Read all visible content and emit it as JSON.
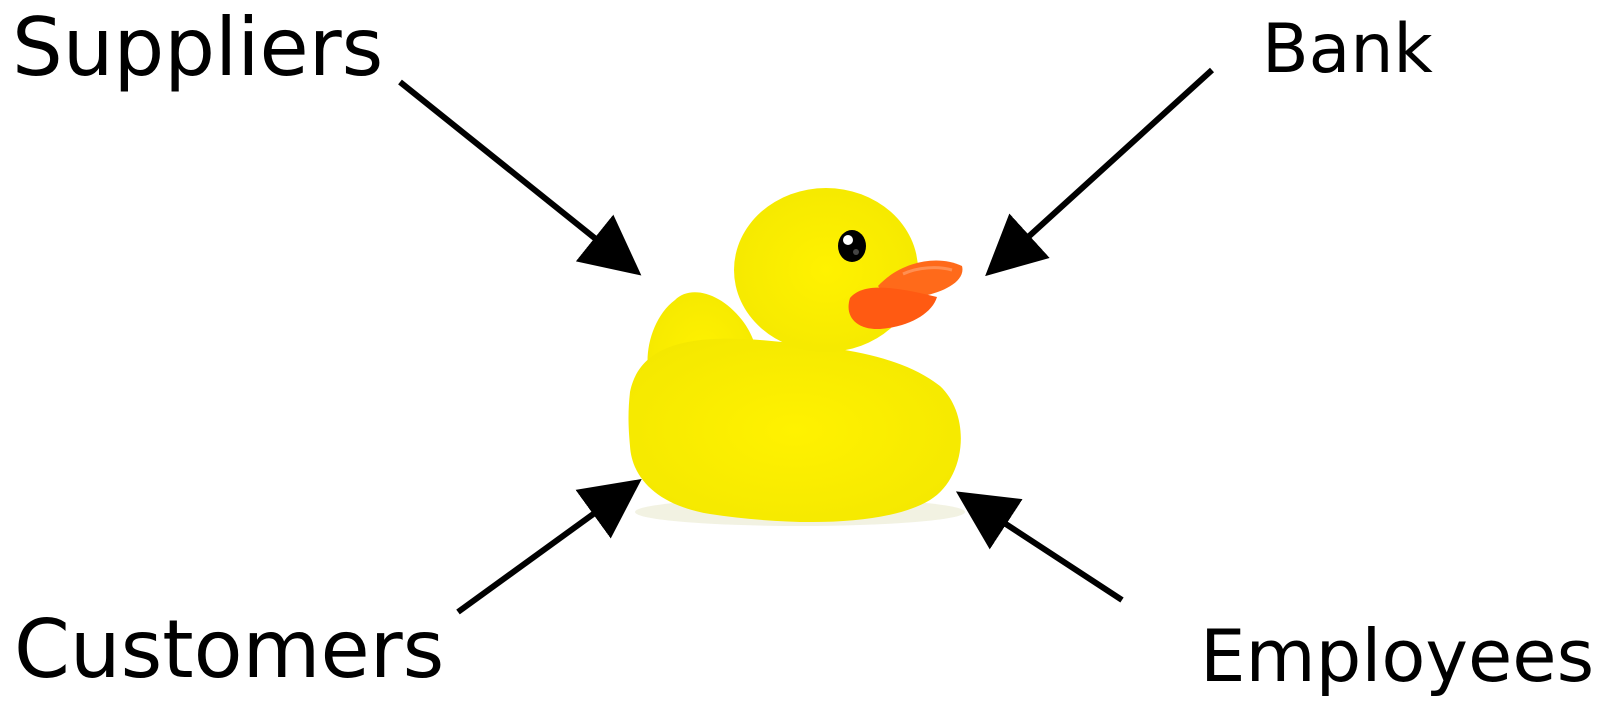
{
  "diagram": {
    "center": {
      "icon": "rubber-duck-icon",
      "colors": {
        "body": "#FFF200",
        "beak": "#FF6A1A",
        "eye": "#000000"
      }
    },
    "nodes": [
      {
        "id": "suppliers",
        "label": "Suppliers",
        "direction": "toward-center"
      },
      {
        "id": "bank",
        "label": "Bank",
        "direction": "toward-center"
      },
      {
        "id": "customers",
        "label": "Customers",
        "direction": "toward-center"
      },
      {
        "id": "employees",
        "label": "Employees",
        "direction": "toward-center"
      }
    ],
    "arrow_color": "#000000"
  }
}
